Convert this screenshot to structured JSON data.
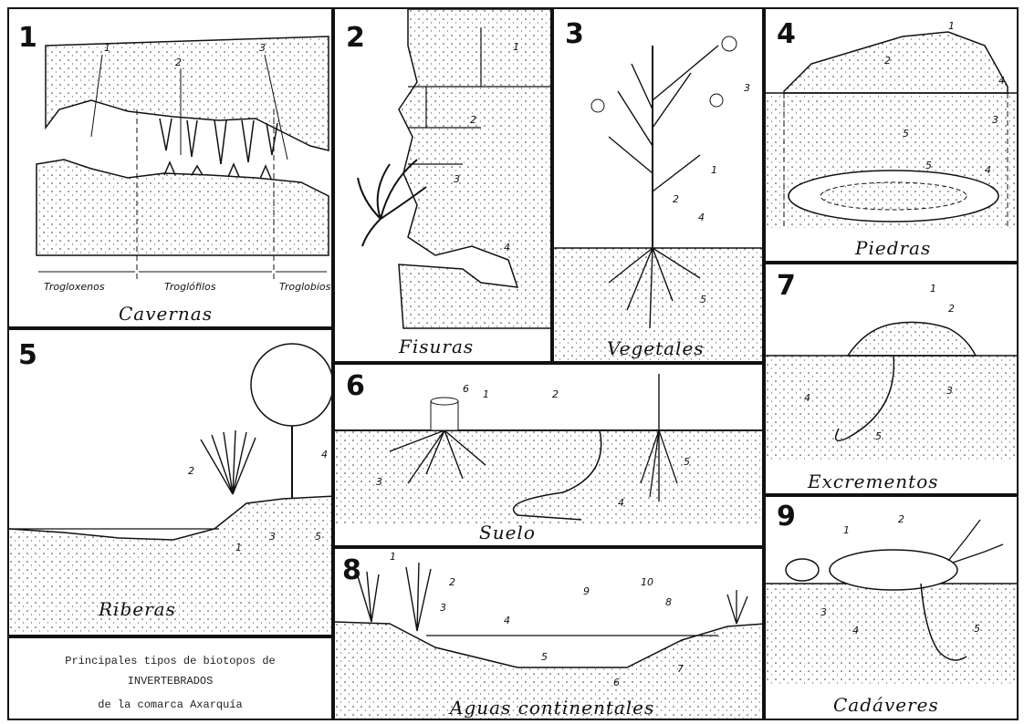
{
  "caption": {
    "line1": "Principales tipos de biotopos de",
    "line2": "INVERTEBRADOS",
    "line3": "de la comarca Axarquía"
  },
  "panels": [
    {
      "number": "1",
      "title": "Cavernas",
      "labels": [
        "1",
        "2",
        "3"
      ],
      "zones": [
        "Trogloxenos",
        "Troglófilos",
        "Troglobios"
      ]
    },
    {
      "number": "2",
      "title": "Fisuras",
      "labels": [
        "1",
        "2",
        "3",
        "4"
      ]
    },
    {
      "number": "3",
      "title": "Vegetales",
      "labels": [
        "1",
        "2",
        "3",
        "4",
        "5"
      ]
    },
    {
      "number": "4",
      "title": "Piedras",
      "labels": [
        "1",
        "2",
        "3",
        "4",
        "5",
        "5",
        "4"
      ]
    },
    {
      "number": "5",
      "title": "Riberas",
      "labels": [
        "1",
        "2",
        "3",
        "4",
        "5"
      ]
    },
    {
      "number": "6",
      "title": "Suelo",
      "labels": [
        "1",
        "2",
        "3",
        "4",
        "5",
        "6"
      ]
    },
    {
      "number": "7",
      "title": "Excrementos",
      "labels": [
        "1",
        "2",
        "3",
        "4",
        "5"
      ]
    },
    {
      "number": "8",
      "title": "Aguas continentales",
      "labels": [
        "1",
        "2",
        "3",
        "4",
        "5",
        "6",
        "7",
        "8",
        "9",
        "10"
      ]
    },
    {
      "number": "9",
      "title": "Cadáveres",
      "labels": [
        "1",
        "2",
        "3",
        "4",
        "5"
      ]
    }
  ]
}
